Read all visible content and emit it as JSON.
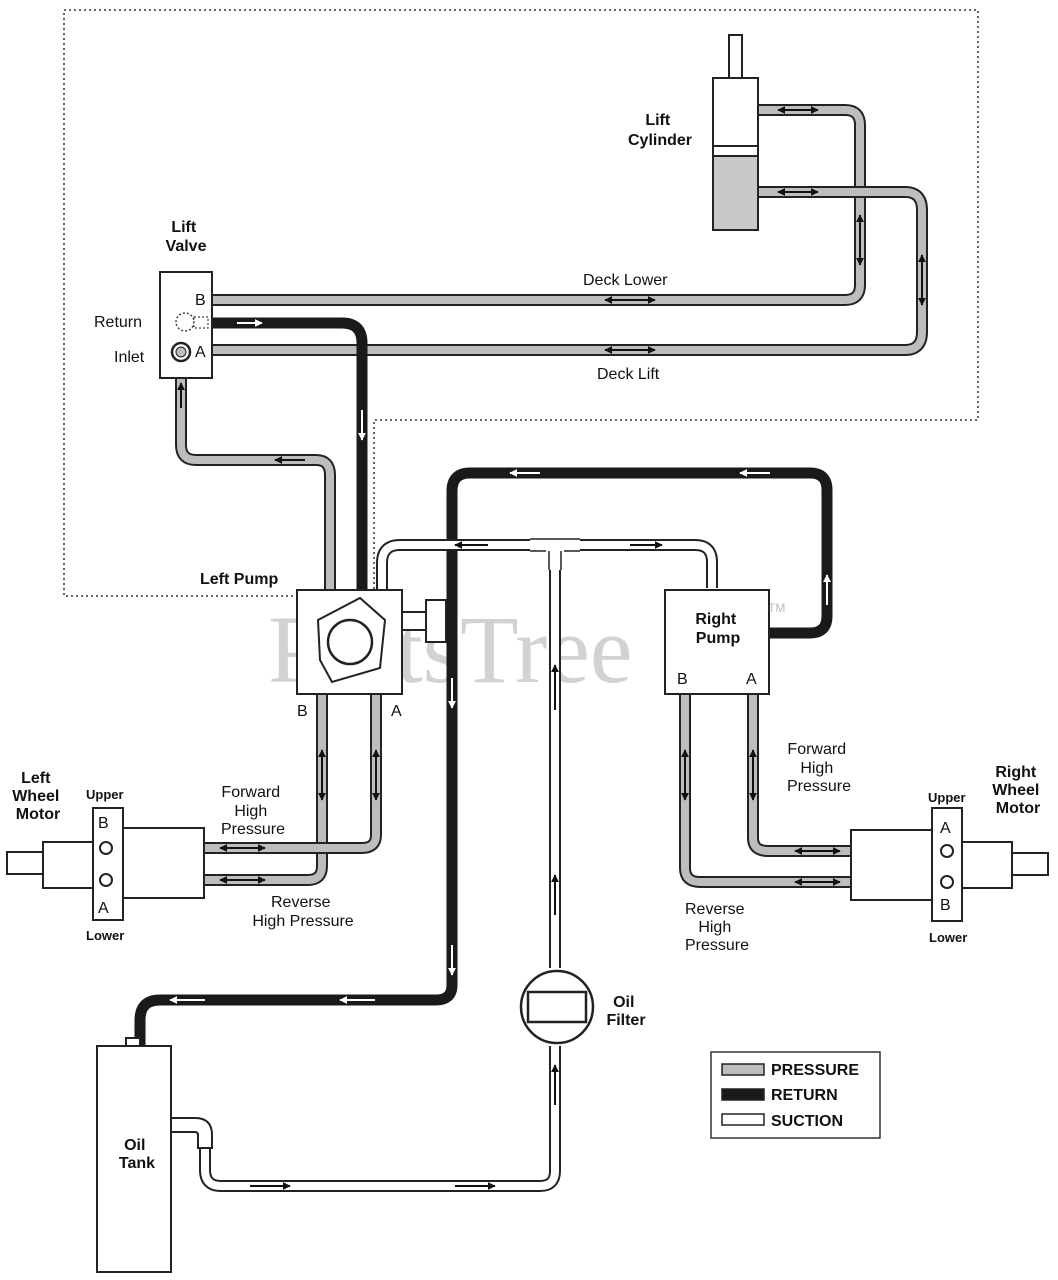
{
  "labels": {
    "lift_cylinder": [
      "Lift",
      "Cylinder"
    ],
    "lift_valve": [
      "Lift",
      "Valve"
    ],
    "port_b": "B",
    "port_a": "A",
    "return": "Return",
    "inlet": "Inlet",
    "deck_lower": "Deck Lower",
    "deck_lift": "Deck Lift",
    "left_pump": "Left Pump",
    "left_pump_b": "B",
    "left_pump_a": "A",
    "right_pump": [
      "Right",
      "Pump"
    ],
    "right_pump_b": "B",
    "right_pump_a": "A",
    "left_wheel_motor": [
      "Left",
      "Wheel",
      "Motor"
    ],
    "right_wheel_motor": [
      "Right",
      "Wheel",
      "Motor"
    ],
    "upper": "Upper",
    "lower": "Lower",
    "lwm_b": "B",
    "lwm_a": "A",
    "rwm_a": "A",
    "rwm_b": "B",
    "left_forward": [
      "Forward",
      "High",
      "Pressure"
    ],
    "left_reverse": [
      "Reverse",
      "High Pressure"
    ],
    "right_forward": [
      "Forward",
      "High",
      "Pressure"
    ],
    "right_reverse": [
      "Reverse",
      "High",
      "Pressure"
    ],
    "oil_filter": [
      "Oil",
      "Filter"
    ],
    "oil_tank": [
      "Oil",
      "Tank"
    ]
  },
  "legend": [
    {
      "label": "PRESSURE",
      "color": "#bdbdbd"
    },
    {
      "label": "RETURN",
      "color": "#1a1a1a"
    },
    {
      "label": "SUCTION",
      "color": "#ffffff"
    }
  ],
  "watermark": "PartsTree",
  "trademark": "TM",
  "colors": {
    "pressure": "#bdbdbd",
    "return": "#1a1a1a",
    "suction": "#ffffff",
    "outline": "#222222",
    "component": "#ffffff",
    "cylinder_body": "#c8c8c8"
  }
}
